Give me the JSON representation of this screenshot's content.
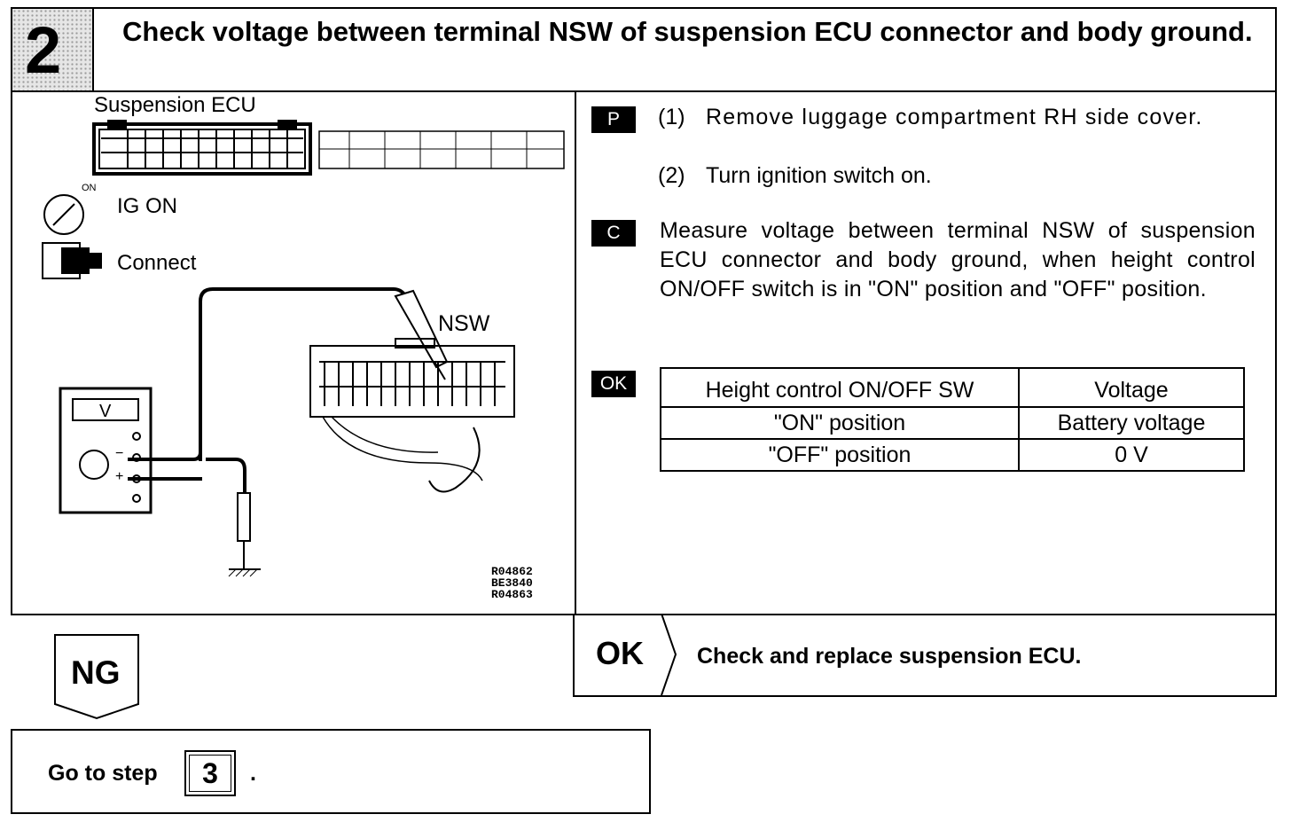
{
  "header": {
    "step_number": "2",
    "title": "Check voltage between terminal NSW of suspension ECU connector and body ground."
  },
  "illustration": {
    "ecu_label": "Suspension ECU",
    "switch_on_mark": "ON",
    "ig_label": "IG ON",
    "connect_label": "Connect",
    "terminal_label": "NSW",
    "meter_unit": "V",
    "meter_minus": "−",
    "meter_plus": "+",
    "figure_codes": [
      "R04862",
      "BE3840",
      "R04863"
    ]
  },
  "instructions": {
    "prepare_tag": "P",
    "prepare_steps": [
      {
        "num": "(1)",
        "text": "Remove luggage compartment RH side cover."
      },
      {
        "num": "(2)",
        "text": "Turn ignition switch on."
      }
    ],
    "check_tag": "C",
    "check_text": "Measure voltage between terminal NSW of suspension ECU connector and body ground, when height control ON/OFF switch is in \"ON\" position and \"OFF\" position.",
    "ok_tag": "OK",
    "spec_table": {
      "headers": [
        "Height control ON/OFF SW",
        "Voltage"
      ],
      "rows": [
        [
          "\"ON\" position",
          "Battery voltage"
        ],
        [
          "\"OFF\" position",
          "0 V"
        ]
      ]
    }
  },
  "result_ok": {
    "label": "OK",
    "text": "Check and replace suspension ECU."
  },
  "result_ng": {
    "label": "NG",
    "goto_text": "Go to step",
    "goto_step": "3",
    "goto_period": "."
  }
}
